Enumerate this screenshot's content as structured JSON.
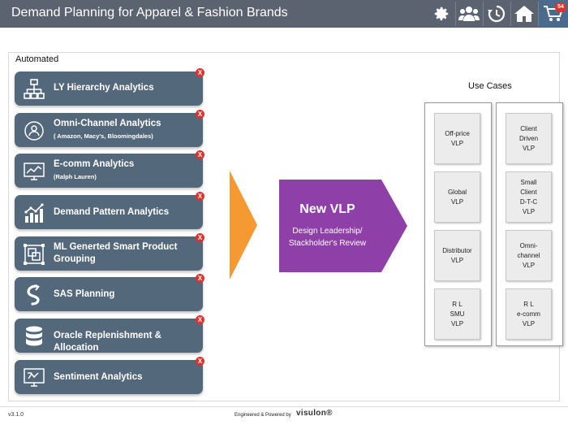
{
  "header": {
    "title": "Demand Planning for Apparel & Fashion Brands",
    "cart_badge": "54",
    "icons": [
      "gear-icon",
      "users-icon",
      "history-icon",
      "home-icon",
      "cart-icon"
    ]
  },
  "section_label": "Automated",
  "cards": [
    {
      "title": "LY Hierarchy Analytics",
      "subtitle": "",
      "icon": "hierarchy-icon"
    },
    {
      "title": "Omni-Channel Analytics",
      "subtitle": "( Amazon, Macy's, Bloomingdales)",
      "icon": "omnichannel-icon"
    },
    {
      "title": "E-comm Analytics",
      "subtitle": "(Ralph Lauren)",
      "icon": "monitor-chart-icon"
    },
    {
      "title": "Demand Pattern Analytics",
      "subtitle": "",
      "icon": "bar-chart-icon"
    },
    {
      "title": "ML Generted Smart Product Grouping",
      "subtitle": "",
      "icon": "grouping-icon"
    },
    {
      "title": "SAS Planning",
      "subtitle": "",
      "icon": "sas-icon"
    },
    {
      "title": "Oracle Replenishment & Allocation",
      "subtitle": "",
      "icon": "database-icon"
    },
    {
      "title": "Sentiment Analytics",
      "subtitle": "",
      "icon": "sentiment-icon"
    }
  ],
  "remove_label": "X",
  "center": {
    "title": "New VLP",
    "subtitle": "Design Leadership/ Stackholder's Review"
  },
  "use_cases": {
    "label": "Use Cases",
    "left": [
      "Off-price\nVLP",
      "Global\nVLP",
      "Distributor\nVLP",
      "R L\nSMU\nVLP"
    ],
    "right": [
      "Client\nDriven\nVLP",
      "Small\nClient\nD-T-C\nVLP",
      "Omni-\nchannel\nVLP",
      "R L\ne-comm\nVLP"
    ]
  },
  "colors": {
    "header_bg": "#5b6370",
    "card_bg": "#54687b",
    "arrow_orange": "#f59a33",
    "vlp_purple": "#8e3fa8",
    "remove_red": "#e0312a"
  },
  "footer": {
    "version": "v3.1.0",
    "powered": "Engineered & Powered by",
    "brand": "visulon®"
  }
}
